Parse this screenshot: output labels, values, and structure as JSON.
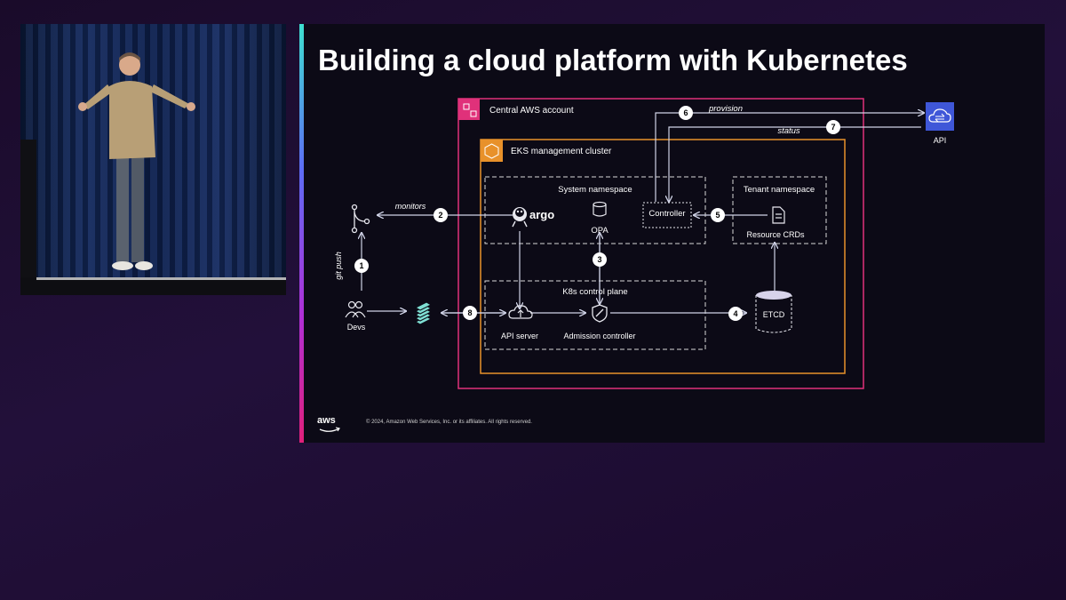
{
  "slide": {
    "title": "Building a cloud platform with Kubernetes",
    "copyright": "© 2024, Amazon Web Services, Inc. or its affiliates. All rights reserved.",
    "brand_logo": "aws"
  },
  "diagram": {
    "central_account_label": "Central AWS account",
    "eks_cluster_label": "EKS management cluster",
    "system_namespace_label": "System namespace",
    "tenant_namespace_label": "Tenant namespace",
    "k8s_control_plane_label": "K8s control plane",
    "argo_label": "argo",
    "opa_label": "OPA",
    "controller_label": "Controller",
    "resource_crds_label": "Resource CRDs",
    "api_server_label": "API server",
    "admission_controller_label": "Admission controller",
    "etcd_label": "ETCD",
    "api_label": "API",
    "devs_label": "Devs",
    "edges": {
      "git_push": "git push",
      "monitors": "monitors",
      "provision": "provision",
      "status": "status"
    },
    "steps": [
      "1",
      "2",
      "3",
      "4",
      "5",
      "6",
      "7",
      "8"
    ],
    "colors": {
      "central_account": "#e0317a",
      "eks_cluster": "#e8912a",
      "api_icon": "#3f57d8",
      "stack_icon": "#7fe0d4"
    }
  }
}
